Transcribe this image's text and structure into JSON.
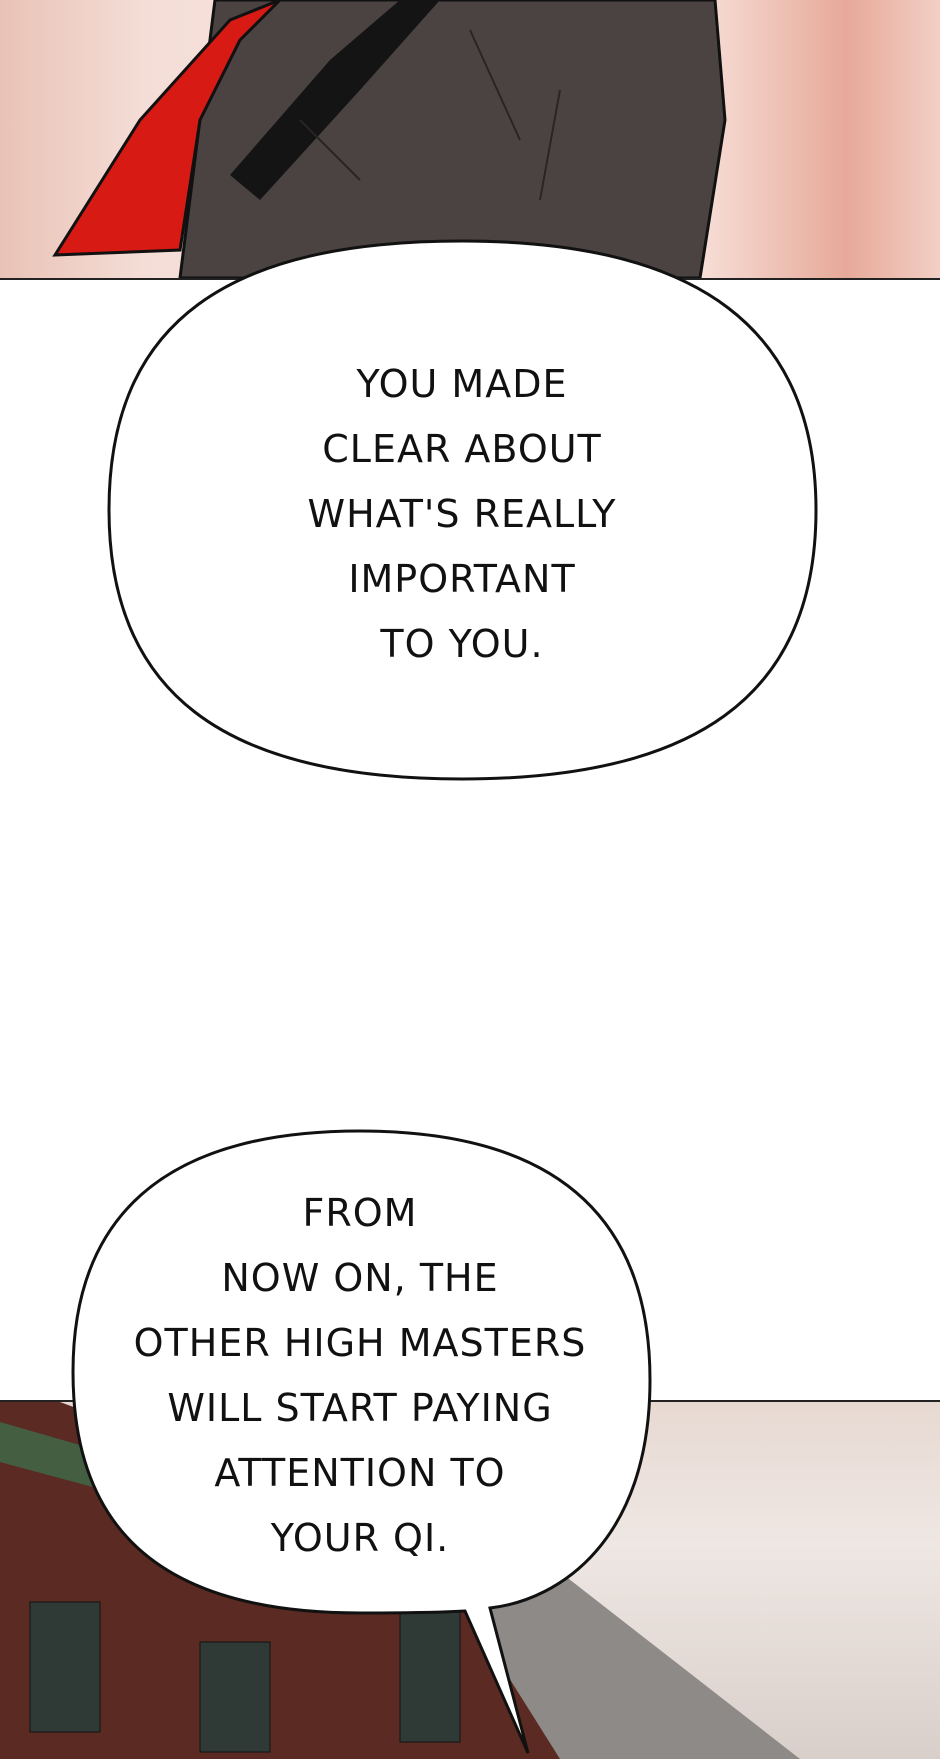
{
  "bubbles": [
    {
      "lines": [
        "YOU MADE",
        "CLEAR ABOUT",
        "WHAT'S REALLY",
        "IMPORTANT",
        "TO YOU."
      ]
    },
    {
      "lines": [
        "FROM",
        "NOW ON, THE",
        "OTHER HIGH MASTERS",
        "WILL START PAYING",
        "ATTENTION TO",
        "YOUR QI."
      ]
    }
  ],
  "colors": {
    "scarf": "#d81a14",
    "robe": "#4a4341",
    "roof": "#8e8a88",
    "beam": "#7a2a20"
  }
}
